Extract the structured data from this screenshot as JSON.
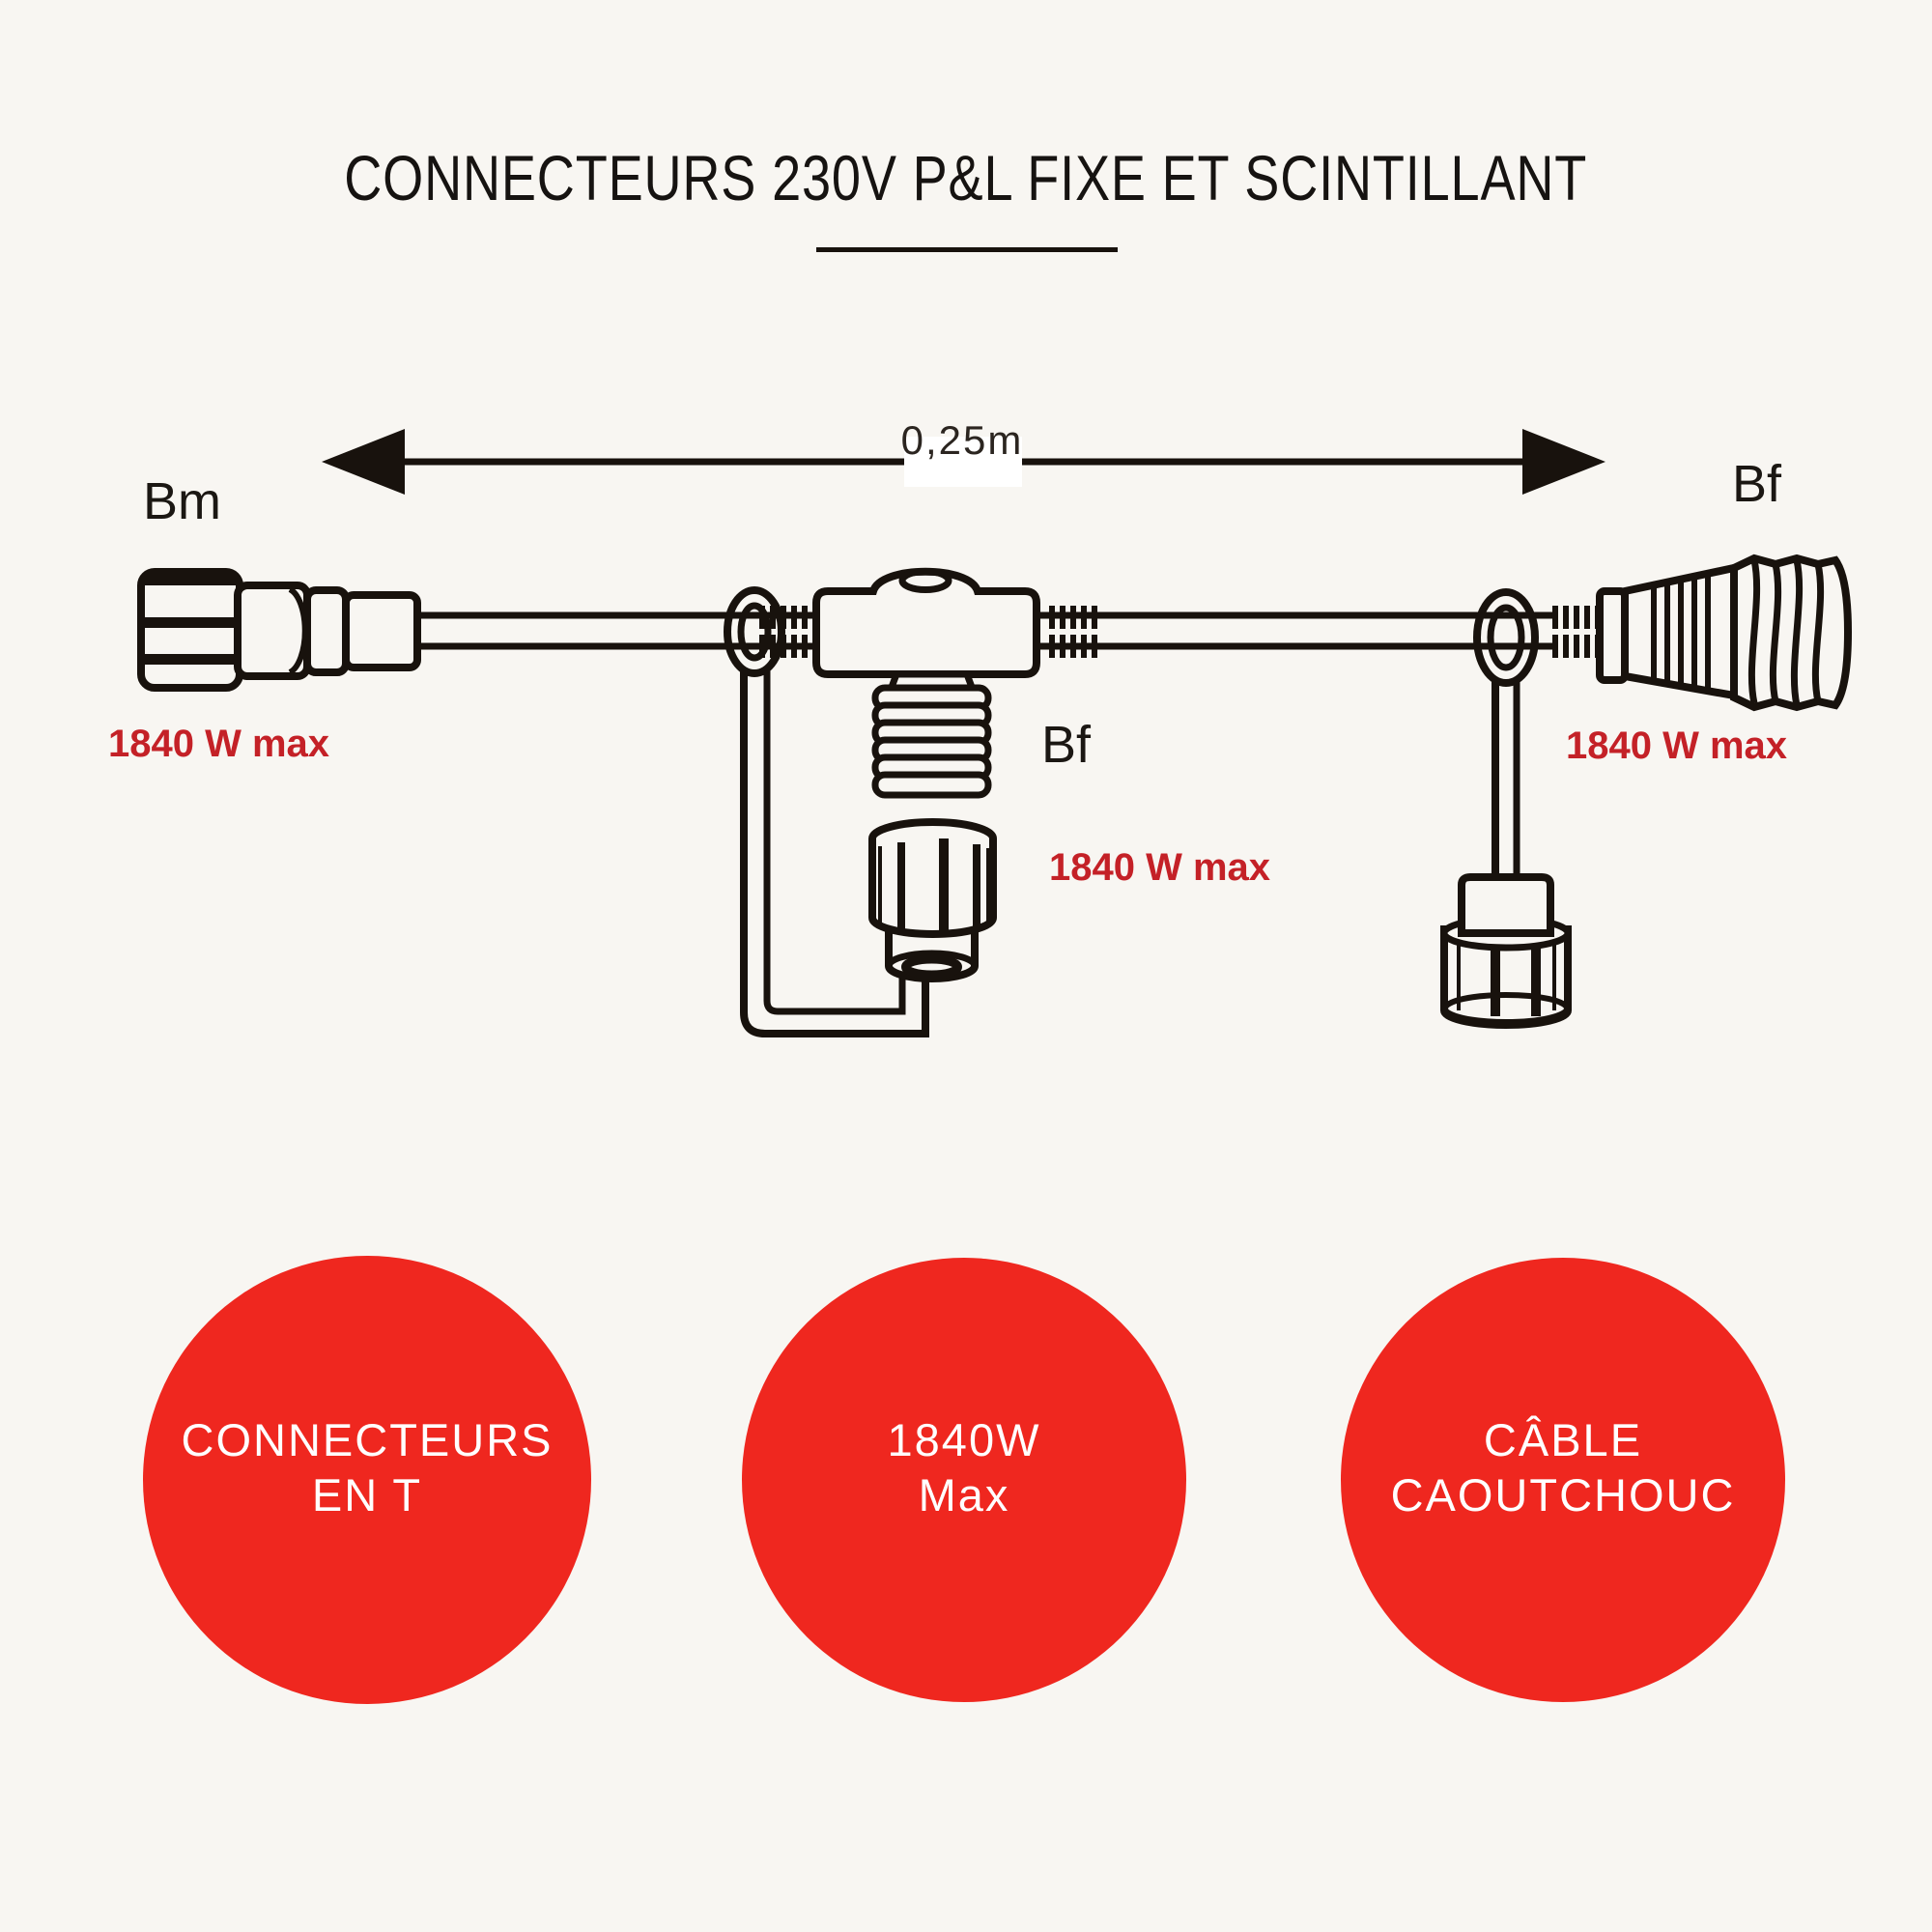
{
  "title": "CONNECTEURS 230V P&L FIXE ET SCINTILLANT",
  "dimension_label": "0,25m",
  "labels": {
    "left_connector_type": "Bm",
    "tee_connector_type": "Bf",
    "right_connector_type": "Bf",
    "left_power": "1840 W max",
    "tee_power": "1840 W max",
    "right_power": "1840 W max"
  },
  "badges": [
    {
      "line1": "CONNECTEURS",
      "line2": "EN T"
    },
    {
      "line1": "1840W",
      "line2": "Max"
    },
    {
      "line1": "CÂBLE",
      "line2": "CAOUTCHOUC"
    }
  ],
  "colors": {
    "background": "#f8f6f2",
    "ink": "#18120d",
    "title_ink": "#161311",
    "dim_text": "#2b2520",
    "label_red": "#c42127",
    "circle_red": "#ef271f",
    "badge_text": "#ffffff",
    "patch_white": "#ffffff"
  }
}
